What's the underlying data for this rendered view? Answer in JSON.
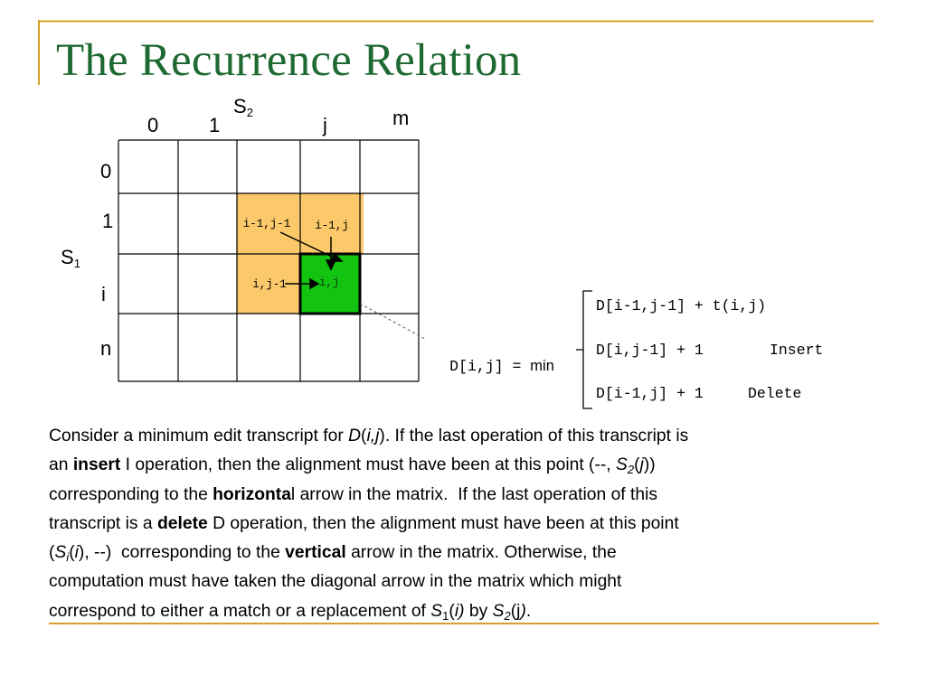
{
  "slide": {
    "title": "The Recurrence Relation",
    "accent_title": "#1f6a33",
    "accent_gold": "#d4a02a"
  },
  "matrix": {
    "s2_base": "S",
    "s2_sub": "2",
    "s1_base": "S",
    "s1_sub": "1",
    "col_labels": [
      "0",
      "1",
      "j",
      "m"
    ],
    "row_labels": [
      "0",
      "1",
      "i",
      "n"
    ],
    "cells": {
      "diag": "i-1,j-1",
      "up": "i-1,j",
      "left": "i,j-1",
      "current": "i,j"
    },
    "colors": {
      "orange": "#fcc96a",
      "green": "#12c40f"
    }
  },
  "recurrence": {
    "lhs_code": "D[i,j] = ",
    "lhs_word": "min",
    "options": [
      {
        "expr": "D[i-1,j-1] + t(i,j)",
        "op": ""
      },
      {
        "expr": "D[i,j-1] + 1",
        "op": "Insert"
      },
      {
        "expr": "D[i-1,j] + 1",
        "op": "Delete"
      }
    ]
  },
  "paragraph": {
    "s1": "Consider a minimum edit transcript for ",
    "s2": "D",
    "s3": "(",
    "s4": "i,j",
    "s5": "). If the last operation of this transcript is",
    "s6": "an ",
    "s7": "insert",
    "s8": " I operation, then the alignment must have been at this point (--, ",
    "s9": "S",
    "s10": "2",
    "s11": "(",
    "s12": "j",
    "s13": "))",
    "s14": "corresponding to the ",
    "s15": "horizonta",
    "s16": "l arrow in the matrix.  If the last operation of this",
    "s17": "transcript is a ",
    "s18": "delete",
    "s19": " D operation, then the alignment must have been at this point",
    "s20": "(",
    "s21": "S",
    "s22": "i",
    "s23": "(",
    "s24": "i",
    "s25": "), --)  corresponding to the ",
    "s26": "vertical",
    "s27": " arrow in the matrix. Otherwise, the",
    "s28": "computation must have taken the diagonal arrow in the matrix which might",
    "s29": "correspond to either a match or a replacement of ",
    "s30": "S",
    "s31": "1",
    "s32": "(",
    "s33": "i)",
    "s34": " by ",
    "s35": "S",
    "s36": "2",
    "s37": "(j",
    "s38": ")",
    "s39": "."
  }
}
